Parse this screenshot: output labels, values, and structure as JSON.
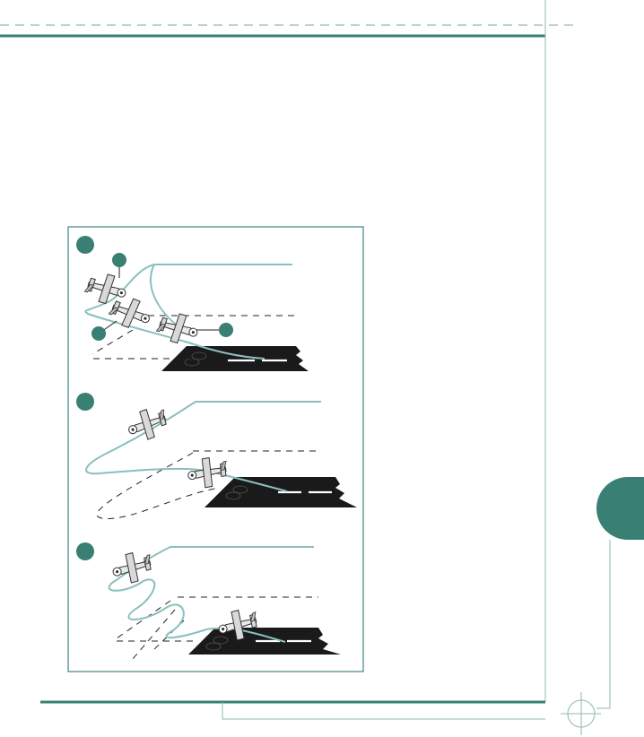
{
  "page": {
    "accent_color": "#3a7f74",
    "curve_color": "#8bbfbe",
    "frame_color": "#4f8f87"
  },
  "figure": {
    "panels": [
      {
        "id": "panel-1",
        "marker": "teal-circle",
        "callouts": 3,
        "aircraft": 3
      },
      {
        "id": "panel-2",
        "marker": "teal-circle",
        "callouts": 0,
        "aircraft": 2
      },
      {
        "id": "panel-3",
        "marker": "teal-circle",
        "callouts": 0,
        "aircraft": 2
      }
    ]
  },
  "icons": {
    "tab": "chapter-tab-icon",
    "crop": "crop-mark-icon",
    "airplane": "airplane-icon",
    "runway": "runway-icon"
  }
}
